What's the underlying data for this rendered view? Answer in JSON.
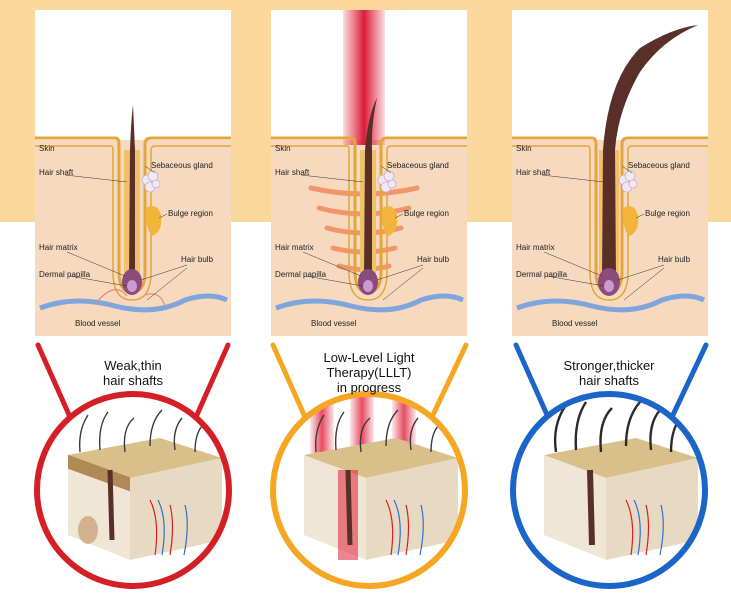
{
  "colors": {
    "band": "#FAD79C",
    "red": "#D51F26",
    "orange": "#F5A623",
    "blue": "#1B64C8",
    "skin": "#F7D9BF",
    "skin_line": "#E4A63C",
    "hair": "#5A2F28"
  },
  "panels": [
    {
      "labels": {
        "skin": "Skin",
        "hair_shaft": "Hair shaft",
        "sebaceous_gland": "Sebaceous gland",
        "bulge_region": "Bulge region",
        "hair_matrix": "Hair matrix",
        "hair_bulb": "Hair bulb",
        "dermal_papilla": "Dermal papilla",
        "blood_vessel": "Blood vessel"
      },
      "caption": [
        "Weak,thin",
        "hair shafts"
      ]
    },
    {
      "labels": {
        "skin": "Skin",
        "hair_shaft": "Hair shaft",
        "sebaceous_gland": "Sebaceous gland",
        "bulge_region": "Bulge region",
        "hair_matrix": "Hair matrix",
        "hair_bulb": "Hair bulb",
        "dermal_papilla": "Dermal papilla",
        "blood_vessel": "Blood vessel"
      },
      "caption": [
        "Low-Level Light",
        "Therapy(LLLT)",
        "in progress"
      ]
    },
    {
      "labels": {
        "skin": "Skin",
        "hair_shaft": "Hair shaft",
        "sebaceous_gland": "Sebaceous gland",
        "bulge_region": "Bulge region",
        "hair_matrix": "Hair matrix",
        "hair_bulb": "Hair bulb",
        "dermal_papilla": "Dermal papilla",
        "blood_vessel": "Blood vessel"
      },
      "caption": [
        "Stronger,thicker",
        "hair shafts"
      ]
    }
  ]
}
